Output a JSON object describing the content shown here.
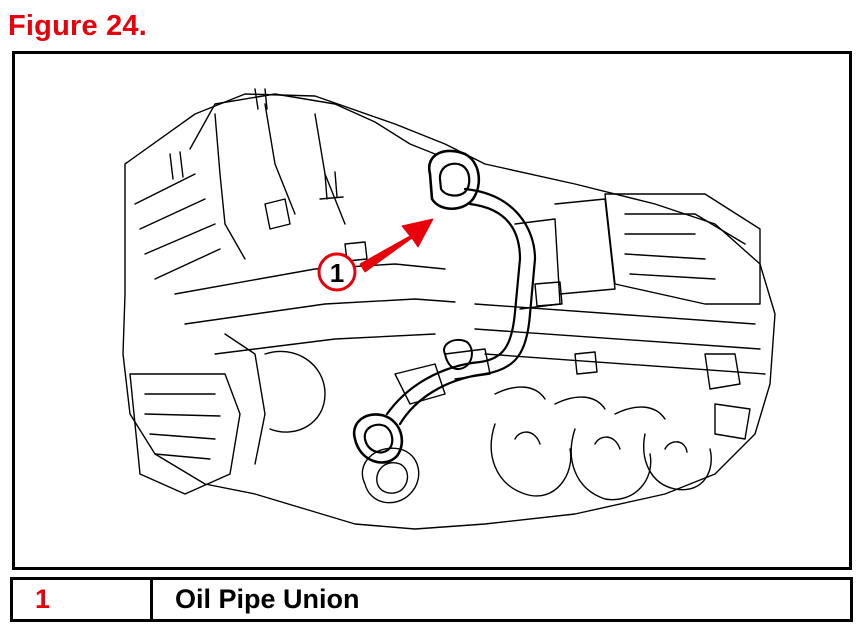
{
  "figure": {
    "title": "Figure 24.",
    "callout_number": "1",
    "accent_color": "#e8000b"
  },
  "legend": {
    "rows": [
      {
        "number": "1",
        "label": "Oil Pipe Union"
      }
    ]
  }
}
